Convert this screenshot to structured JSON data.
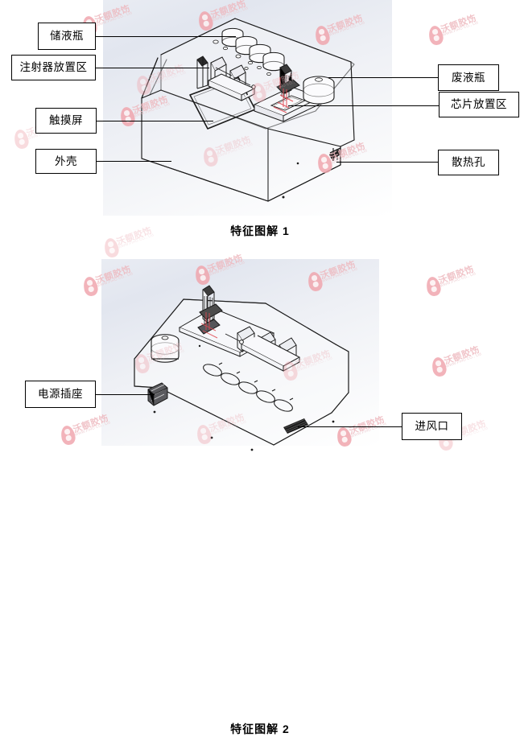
{
  "document": {
    "type": "technical-feature-diagram",
    "panels": [
      {
        "id": "figure-1",
        "caption": "特征图解 1",
        "view": "前视立体图",
        "callouts": [
          {
            "key": "storage-bottle",
            "label": "储液瓶",
            "side": "left"
          },
          {
            "key": "syringe-area",
            "label": "注射器放置区",
            "side": "left"
          },
          {
            "key": "touchscreen",
            "label": "触摸屏",
            "side": "left"
          },
          {
            "key": "housing",
            "label": "外壳",
            "side": "left"
          },
          {
            "key": "waste-bottle",
            "label": "废液瓶",
            "side": "right"
          },
          {
            "key": "chip-area",
            "label": "芯片放置区",
            "side": "right"
          },
          {
            "key": "vent-hole",
            "label": "散热孔",
            "side": "right"
          }
        ]
      },
      {
        "id": "figure-2",
        "caption": "特征图解 2",
        "view": "后视立体图",
        "callouts": [
          {
            "key": "power-socket",
            "label": "电源插座",
            "side": "left"
          },
          {
            "key": "air-inlet",
            "label": "进风口",
            "side": "right"
          }
        ]
      }
    ]
  },
  "watermark": {
    "text": "沃额胶饬",
    "sub": "WWW.FIHO CO., Ltd",
    "color": "#f0a6ae"
  },
  "colors": {
    "line": "#000000",
    "box_border": "#000000",
    "box_fill": "#ffffff",
    "render_bg_top": "#e9ecf3",
    "render_bg_bottom": "#ffffff",
    "accent_red": "#e04a52"
  }
}
